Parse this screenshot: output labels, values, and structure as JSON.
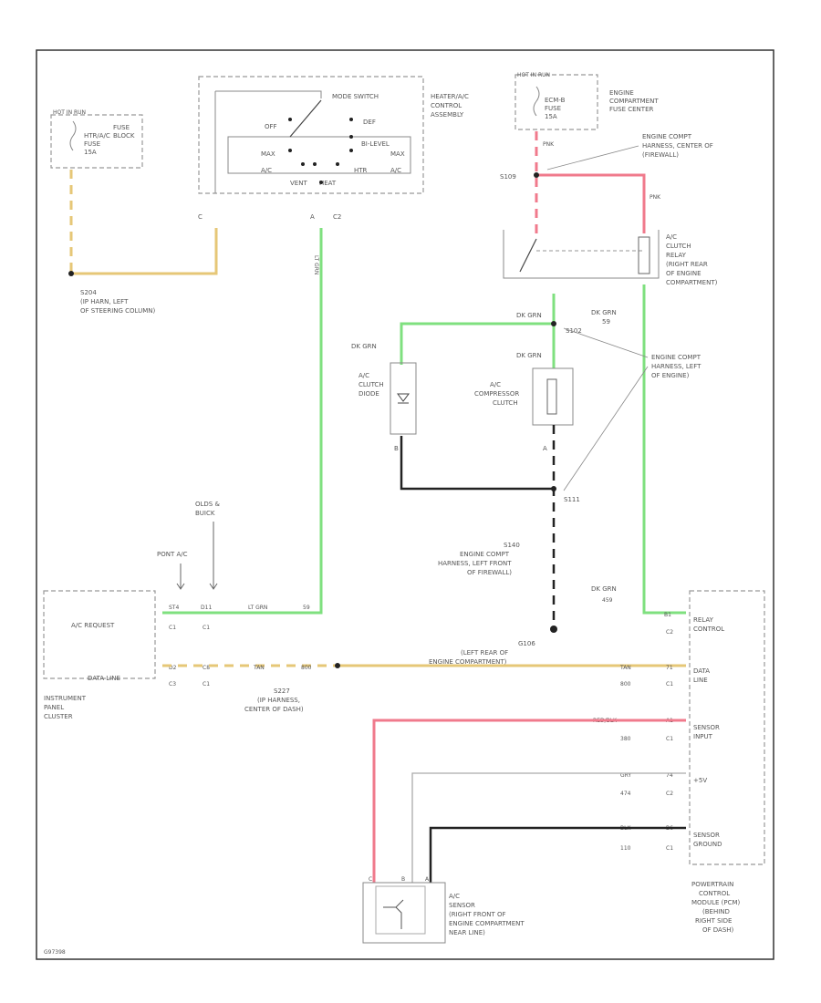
{
  "labels": {
    "hot_run_1": "HOT IN RUN",
    "hvac_fuse": "HTR/A/C",
    "hvac_fuse_2": "FUSE",
    "hvac_fuse_amp": "15A",
    "fuse_block": "FUSE",
    "fuse_block_2": "BLOCK",
    "hot_run_2": "HOT IN RUN",
    "ecm_fuse": "ECM-B",
    "ecm_fuse_2": "FUSE",
    "ecm_fuse_amp": "15A",
    "ecfc_1": "ENGINE",
    "ecfc_2": "COMPARTMENT",
    "ecfc_3": "FUSE CENTER",
    "mode_switch": "MODE SWITCH",
    "hvac_ctrl_1": "HEATER/A/C",
    "hvac_ctrl_2": "CONTROL",
    "hvac_ctrl_3": "ASSEMBLY",
    "sw_off": "OFF",
    "sw_def": "DEF",
    "sw_bi": "BI-LEVEL",
    "sw_max": "MAX",
    "sw_ac": "A/C",
    "sw_vent": "VENT",
    "sw_htr": "HTR",
    "sw_heat": "HEAT",
    "sw_max_ac": "MAX",
    "sw_ac2": "A/C",
    "conn_c": "C",
    "conn_a": "A",
    "conn_c2": "C2",
    "wire_pnk": "PNK",
    "wire_pnk2": "PNK",
    "splice_s": "S",
    "splice_s_num": "S109",
    "ecmh_1": "ENGINE COMPT",
    "ecmh_2": "HARNESS, CENTER OF",
    "ecmh_3": "(FIREWALL)",
    "s204": "S204",
    "s204_1": "(IP HARN, LEFT",
    "s204_2": "OF STEERING COLUMN)",
    "w_lt_grn": "LT GRN",
    "relay_1": "A/C",
    "relay_2": "CLUTCH",
    "relay_3": "RELAY",
    "relay_4": "(RIGHT REAR",
    "relay_5": "OF ENGINE",
    "relay_6": "COMPARTMENT)",
    "dk_grn_1": "DK GRN",
    "dk_grn_2": "DK GRN",
    "dk_grn_3": "DK GRN",
    "dk_grn_4": "DK GRN",
    "num_59_1": "59",
    "num_s102": "S102",
    "ecl_1": "ENGINE COMPT",
    "ecl_2": "HARNESS, LEFT",
    "ecl_3": "OF ENGINE)",
    "diode_1": "A/C",
    "diode_2": "CLUTCH",
    "diode_3": "DIODE",
    "comp_1": "A/C",
    "comp_2": "COMPRESSOR",
    "comp_3": "CLUTCH",
    "b_lbl": "B",
    "a_lbl": "A",
    "s111": "S111",
    "s140": "S140",
    "efl_1": "ENGINE COMPT",
    "efl_2": "HARNESS, LEFT FRONT",
    "efl_3": "OF FIREWALL)",
    "g106": "G106",
    "g106_1": "(LEFT REAR OF",
    "g106_2": "ENGINE COMPARTMENT)",
    "g1": "OLDS &",
    "g2": "BUICK",
    "pont": "PONT A/C",
    "ac_request": "A/C REQUEST",
    "data_line": "DATA LINE",
    "ipc_1": "INSTRUMENT",
    "ipc_2": "PANEL",
    "ipc_3": "CLUSTER",
    "c_1": "C1",
    "c_2": "C1",
    "c_3": "C3",
    "c_4": "C1",
    "p_a": "ST4",
    "p_b": "D11",
    "p_c": "D2",
    "p_d": "C8",
    "w_ltgrn2": "LT GRN",
    "w_59": "59",
    "w_tan": "TAN",
    "w_800": "800",
    "s227": "S227",
    "s227_1": "(IP HARNESS,",
    "s227_2": "CENTER OF DASH)",
    "pcm_relay_1": "RELAY",
    "pcm_relay_2": "CONTROL",
    "pcm_data_1": "DATA",
    "pcm_data_2": "LINE",
    "pcm_sensor_1": "SENSOR",
    "pcm_sensor_2": "INPUT",
    "pcm_5v": "+5V",
    "pcm_sg_1": "SENSOR",
    "pcm_sg_2": "GROUND",
    "pcm_1": "POWERTRAIN",
    "pcm_2": "CONTROL",
    "pcm_3": "MODULE (PCM)",
    "pcm_4": "(BEHIND",
    "pcm_5": "RIGHT SIDE",
    "pcm_6": "OF DASH)",
    "pcm_c2": "C2",
    "pcm_c1": "C1",
    "pcm_c1b": "C1",
    "pcm_c2b": "C2",
    "pcm_c1c": "C1",
    "pcm_459": "459",
    "pcm_tan": "TAN",
    "pcm_800": "800",
    "pcm_redblk": "RED/BLK",
    "pcm_380": "380",
    "pcm_gry": "GRY",
    "pcm_474": "474",
    "pcm_blk": "BLK",
    "pcm_110": "110",
    "pcm_p1": "B1",
    "pcm_p2": "71",
    "pcm_p3": "A1",
    "pcm_p4": "74",
    "pcm_p5": "B6",
    "pcm_p6": "DK GRN",
    "sensor_1": "A/C",
    "sensor_2": "SENSOR",
    "sensor_3": "(RIGHT FRONT OF",
    "sensor_4": "ENGINE COMPARTMENT",
    "sensor_5": "NEAR LINE)",
    "s_p1": "C",
    "s_p2": "B",
    "s_p3": "A",
    "figure_id": "G97398"
  }
}
